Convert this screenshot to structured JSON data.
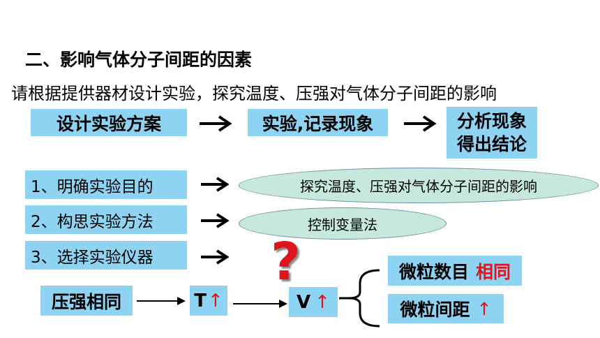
{
  "heading": "二、影响气体分子间距的因素",
  "subheading": "请根据提供器材设计实验，探究温度、压强对气体分子间距的影响",
  "flow": {
    "step1": "设计实验方案",
    "step2": "实验,记录现象",
    "step3_line1": "分析现象",
    "step3_line2": "得出结论"
  },
  "steps": [
    {
      "label": "1、明确实验目的",
      "detail": "探究温度、压强对气体分子间距的影响"
    },
    {
      "label": "2、构思实验方法",
      "detail": "控制变量法"
    },
    {
      "label": "3、选择实验仪器"
    }
  ],
  "bottom": {
    "pressure_same": "压强相同",
    "t_label": "T",
    "t_arrow": "↑",
    "v_label": "V",
    "v_arrow": "↑",
    "question_mark": "?",
    "count_label": "微粒数目",
    "count_value": "相同",
    "distance_label": "微粒间距",
    "distance_arrow": "↑"
  },
  "colors": {
    "box": "#8fd3f2",
    "ellipse": "#c7e9dd",
    "accent_red": "#e0141e"
  }
}
